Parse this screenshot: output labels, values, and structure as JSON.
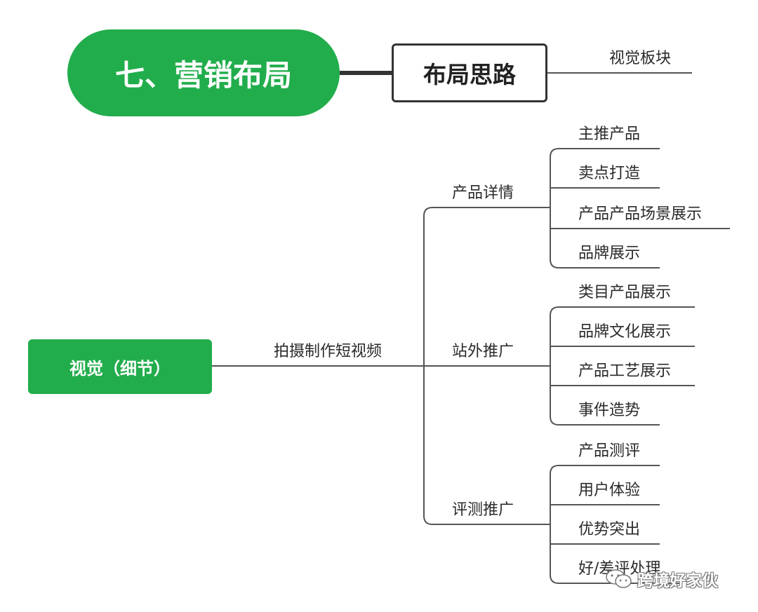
{
  "title": "七、营销布局",
  "layout_node": "布局思路",
  "layout_child": "视觉板块",
  "root": "视觉（细节）",
  "branch": "拍摄制作短视频",
  "groups": [
    {
      "label": "产品详情",
      "items": [
        "主推产品",
        "卖点打造",
        "产品产品场景展示",
        "品牌展示"
      ]
    },
    {
      "label": "站外推广",
      "items": [
        "类目产品展示",
        "品牌文化展示",
        "产品工艺展示",
        "事件造势"
      ]
    },
    {
      "label": "评测推广",
      "items": [
        "产品测评",
        "用户体验",
        "优势突出",
        "好/差评处理"
      ]
    }
  ],
  "watermark": {
    "text": "跨境好家伙",
    "icon": "wechat-icon"
  },
  "colors": {
    "green": "#22ad4c",
    "line": "#555555",
    "box_border": "#333333"
  }
}
